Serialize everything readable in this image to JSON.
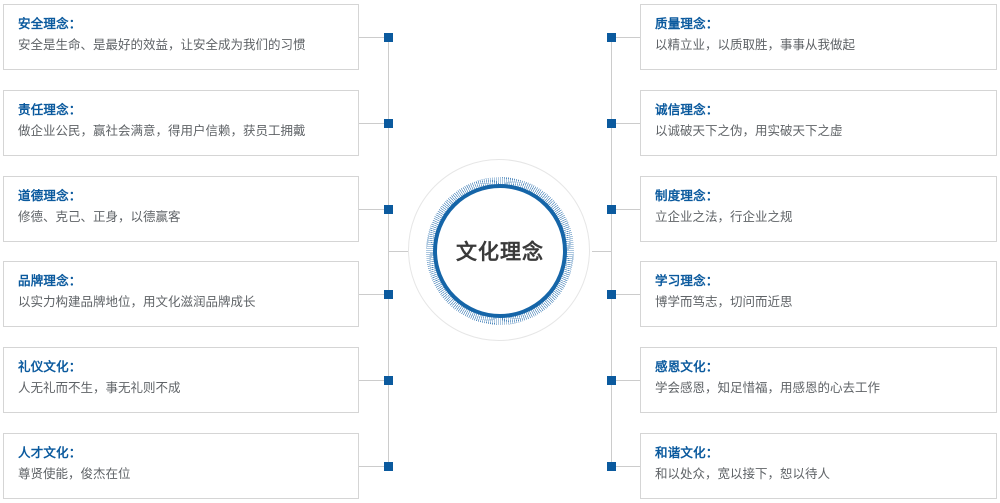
{
  "center": {
    "label": "文化理念",
    "ring_color": "#1565a8",
    "hatch_color": "#2a6fae"
  },
  "theme": {
    "title_color": "#0b5a9e",
    "body_color": "#5f6367",
    "card_border_color": "#d5d5d5",
    "connector_color": "#cccccc",
    "marker_color": "#0b5a9e",
    "background": "#ffffff"
  },
  "left_column": [
    {
      "title": "安全理念：",
      "body": "安全是生命、是最好的效益，让安全成为我们的习惯"
    },
    {
      "title": "责任理念：",
      "body": "做企业公民，赢社会满意，得用户信赖，获员工拥戴"
    },
    {
      "title": "道德理念：",
      "body": "修德、克己、正身，以德赢客"
    },
    {
      "title": "品牌理念：",
      "body": "以实力构建品牌地位，用文化滋润品牌成长"
    },
    {
      "title": "礼仪文化：",
      "body": "人无礼而不生，事无礼则不成"
    },
    {
      "title": "人才文化：",
      "body": "尊贤使能，俊杰在位"
    }
  ],
  "right_column": [
    {
      "title": "质量理念：",
      "body": "以精立业，以质取胜，事事从我做起"
    },
    {
      "title": "诚信理念：",
      "body": "以诚破天下之伪，用实破天下之虚"
    },
    {
      "title": "制度理念：",
      "body": "立企业之法，行企业之规"
    },
    {
      "title": "学习理念：",
      "body": "博学而笃志，切问而近思"
    },
    {
      "title": "感恩文化：",
      "body": "学会感恩，知足惜福，用感恩的心去工作"
    },
    {
      "title": "和谐文化：",
      "body": "和以处众，宽以接下，恕以待人"
    }
  ]
}
